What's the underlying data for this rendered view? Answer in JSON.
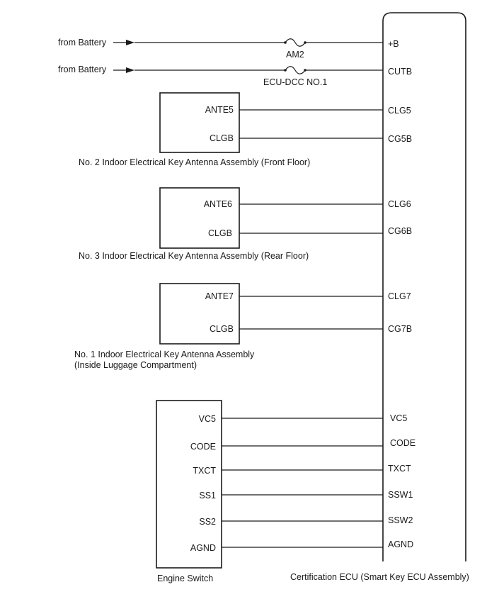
{
  "battery_feeds": [
    {
      "source": "from Battery",
      "fuse": "AM2",
      "pin": "+B"
    },
    {
      "source": "from Battery",
      "fuse": "ECU-DCC NO.1",
      "pin": "CUTB"
    }
  ],
  "antennas": [
    {
      "label": "No. 2 Indoor Electrical Key Antenna Assembly (Front Floor)",
      "label_line2": "",
      "pins": [
        {
          "terminal": "ANTE5",
          "ecu_pin": "CLG5"
        },
        {
          "terminal": "CLGB",
          "ecu_pin": "CG5B"
        }
      ]
    },
    {
      "label": "No. 3 Indoor Electrical Key Antenna Assembly (Rear Floor)",
      "label_line2": "",
      "pins": [
        {
          "terminal": "ANTE6",
          "ecu_pin": "CLG6"
        },
        {
          "terminal": "CLGB",
          "ecu_pin": "CG6B"
        }
      ]
    },
    {
      "label": "No. 1 Indoor Electrical Key Antenna Assembly",
      "label_line2": "(Inside Luggage Compartment)",
      "pins": [
        {
          "terminal": "ANTE7",
          "ecu_pin": "CLG7"
        },
        {
          "terminal": "CLGB",
          "ecu_pin": "CG7B"
        }
      ]
    }
  ],
  "engine_switch": {
    "label": "Engine Switch",
    "pins": [
      {
        "terminal": "VC5",
        "ecu_pin": "VC5"
      },
      {
        "terminal": "CODE",
        "ecu_pin": "CODE"
      },
      {
        "terminal": "TXCT",
        "ecu_pin": "TXCT"
      },
      {
        "terminal": "SS1",
        "ecu_pin": "SSW1"
      },
      {
        "terminal": "SS2",
        "ecu_pin": "SSW2"
      },
      {
        "terminal": "AGND",
        "ecu_pin": "AGND"
      }
    ]
  },
  "ecu": {
    "label": "Certification ECU (Smart Key ECU Assembly)"
  }
}
